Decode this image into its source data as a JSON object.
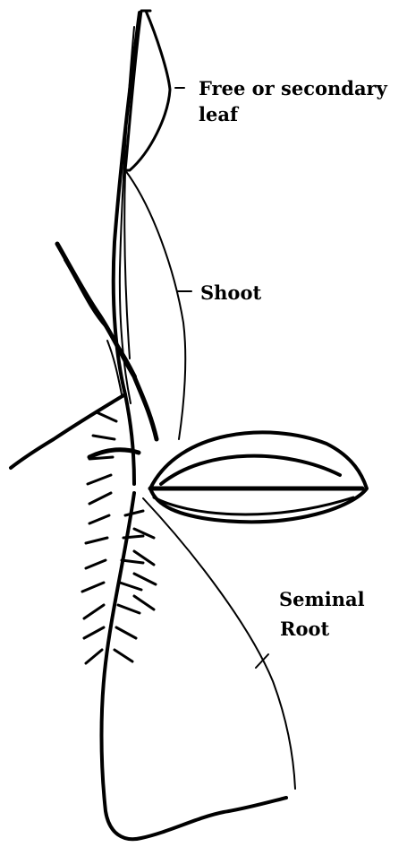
{
  "labels": {
    "leaf_line1": "Free or secondary",
    "leaf_line2": "leaf",
    "shoot": "Shoot",
    "root_line1": "Seminal",
    "root_line2": "Root"
  },
  "colors": {
    "ink": "#000000",
    "background": "#ffffff"
  }
}
